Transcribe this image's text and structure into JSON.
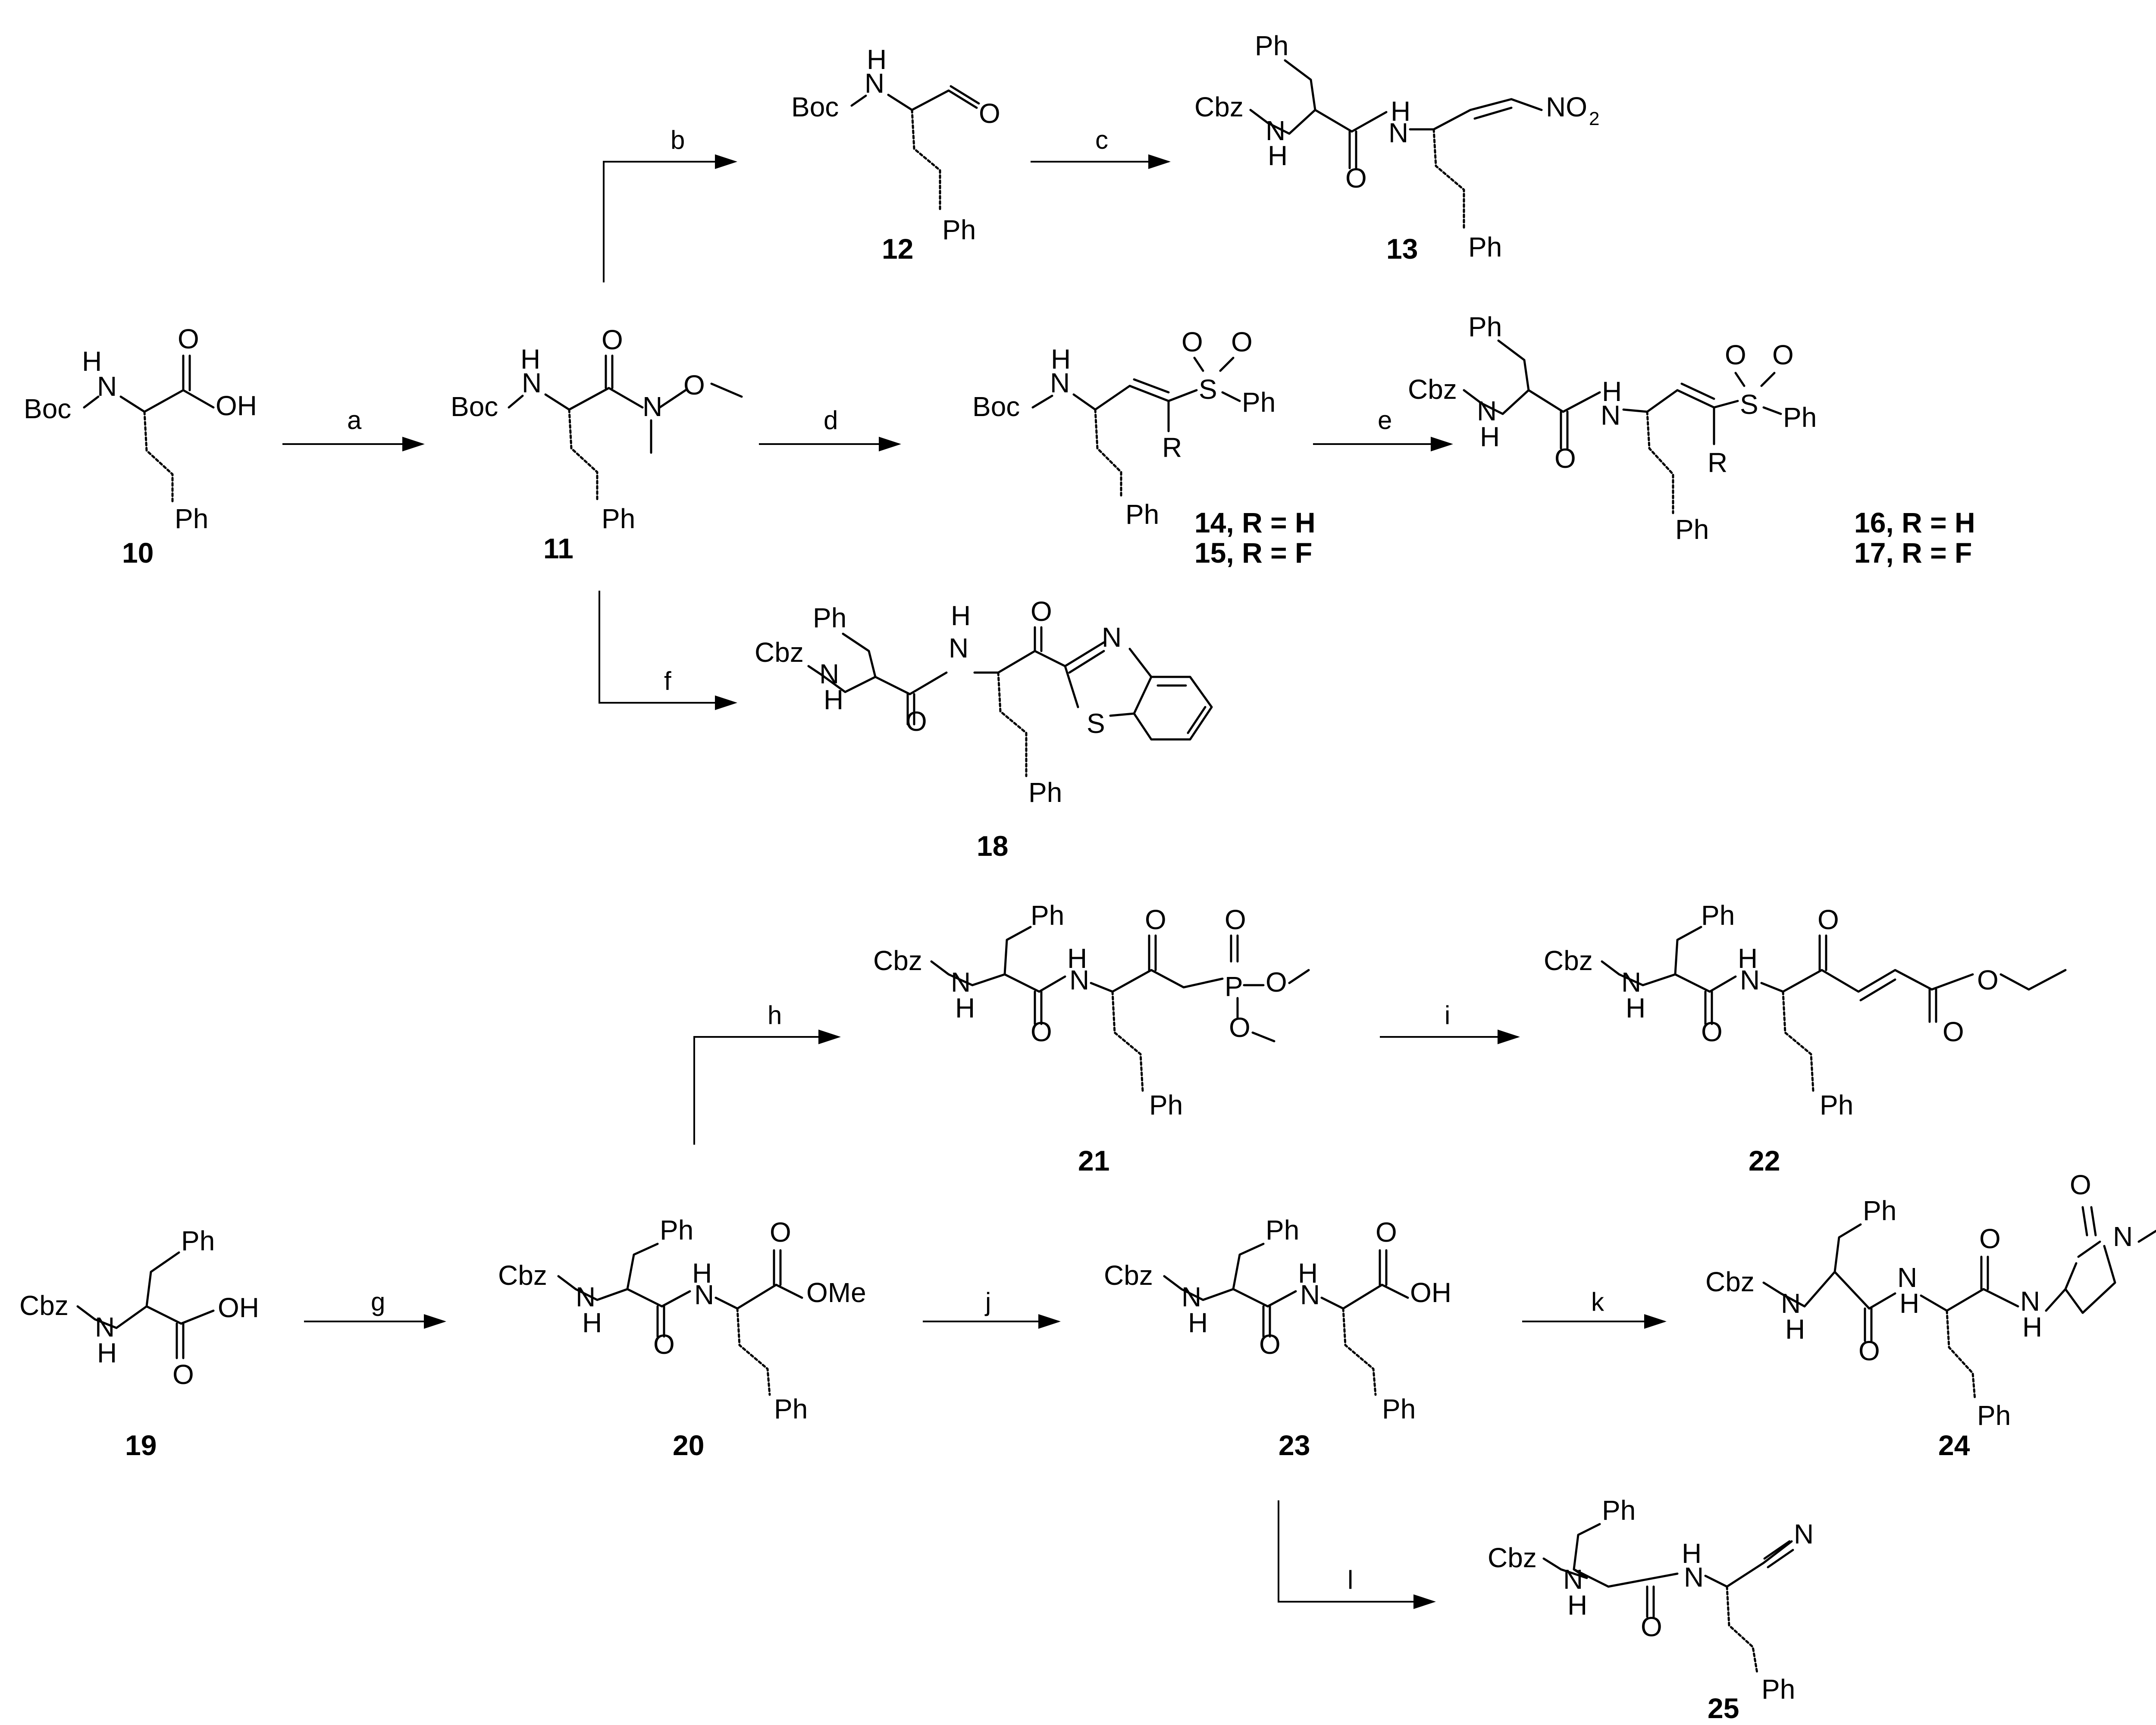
{
  "compounds": [
    {
      "id": "10",
      "number": "10",
      "labels": [
        "Boc",
        "N",
        "H",
        "O",
        "OH",
        "Ph"
      ]
    },
    {
      "id": "11",
      "number": "11",
      "labels": [
        "Boc",
        "N",
        "H",
        "O",
        "N",
        "O",
        "Ph"
      ]
    },
    {
      "id": "12",
      "number": "12",
      "labels": [
        "Boc",
        "N",
        "H",
        "O",
        "Ph"
      ]
    },
    {
      "id": "13",
      "number": "13",
      "labels": [
        "Ph",
        "Cbz",
        "N",
        "H",
        "O",
        "H",
        "N",
        "NO",
        "2",
        "Ph"
      ]
    },
    {
      "id": "14-15",
      "number": "14, R = H",
      "number2": "15, R = F",
      "labels": [
        "Boc",
        "N",
        "H",
        "S",
        "O",
        "O",
        "Ph",
        "R",
        "Ph"
      ]
    },
    {
      "id": "16-17",
      "number": "16, R = H",
      "number2": "17, R = F",
      "labels": [
        "Ph",
        "Cbz",
        "N",
        "H",
        "O",
        "H",
        "N",
        "S",
        "O",
        "O",
        "Ph",
        "R",
        "Ph"
      ]
    },
    {
      "id": "18",
      "number": "18",
      "labels": [
        "Ph",
        "Cbz",
        "N",
        "H",
        "O",
        "H",
        "N",
        "O",
        "N",
        "S",
        "Ph"
      ]
    },
    {
      "id": "19",
      "number": "19",
      "labels": [
        "Ph",
        "Cbz",
        "N",
        "H",
        "O",
        "OH"
      ]
    },
    {
      "id": "20",
      "number": "20",
      "labels": [
        "Ph",
        "Cbz",
        "N",
        "H",
        "O",
        "H",
        "N",
        "O",
        "OMe",
        "Ph"
      ]
    },
    {
      "id": "21",
      "number": "21",
      "labels": [
        "Ph",
        "Cbz",
        "N",
        "H",
        "O",
        "H",
        "N",
        "O",
        "O",
        "P",
        "O",
        "O",
        "Ph"
      ]
    },
    {
      "id": "22",
      "number": "22",
      "labels": [
        "Ph",
        "Cbz",
        "N",
        "H",
        "O",
        "H",
        "N",
        "O",
        "O",
        "O",
        "Ph"
      ]
    },
    {
      "id": "23",
      "number": "23",
      "labels": [
        "Ph",
        "Cbz",
        "N",
        "H",
        "O",
        "H",
        "N",
        "O",
        "OH",
        "Ph"
      ]
    },
    {
      "id": "24",
      "number": "24",
      "labels": [
        "Ph",
        "Cbz",
        "N",
        "H",
        "O",
        "N",
        "H",
        "O",
        "N",
        "H",
        "O",
        "N",
        "Ph",
        "Ph"
      ]
    },
    {
      "id": "25",
      "number": "25",
      "labels": [
        "Ph",
        "Cbz",
        "N",
        "H",
        "O",
        "H",
        "N",
        "N",
        "Ph"
      ]
    }
  ],
  "conditions": {
    "a": "a",
    "b": "b",
    "c": "c",
    "d": "d",
    "e": "e",
    "f": "f",
    "g": "g",
    "h": "h",
    "i": "i",
    "j": "j",
    "k": "k",
    "l": "l"
  }
}
